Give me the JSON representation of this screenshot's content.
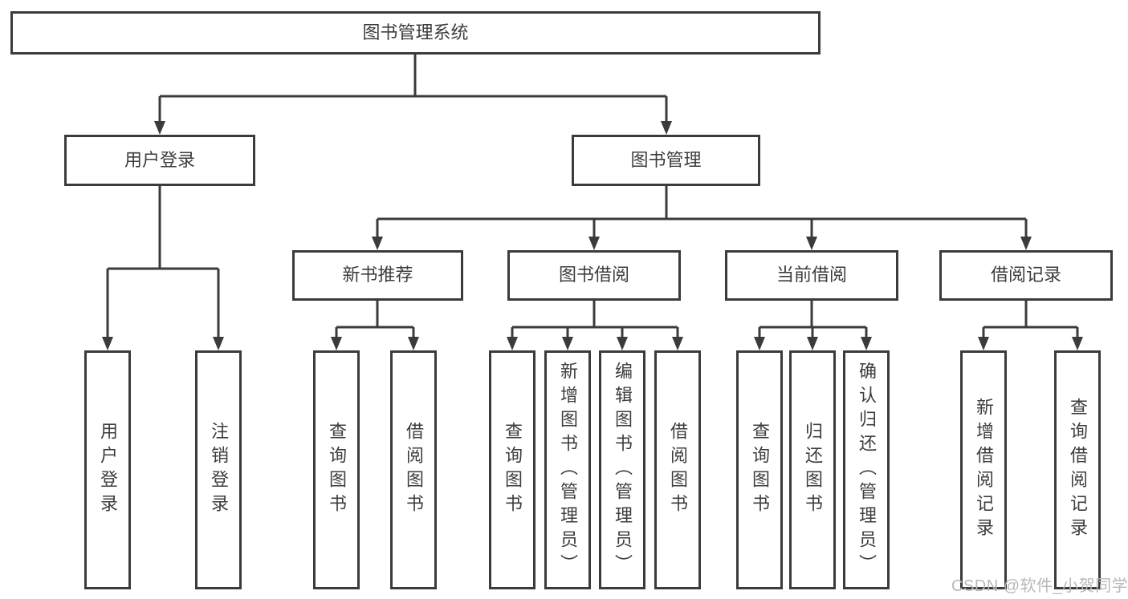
{
  "diagram": {
    "title": "图书管理系统",
    "level2": {
      "user_login": "用户登录",
      "book_management": "图书管理"
    },
    "level3": {
      "new_book_recommend": "新书推荐",
      "book_borrowing": "图书借阅",
      "current_borrowing": "当前借阅",
      "borrowing_records": "借阅记录"
    },
    "leaves": {
      "user_login_group": [
        "用户登录",
        "注销登录"
      ],
      "new_book_recommend_group": [
        "查询图书",
        "借阅图书"
      ],
      "book_borrowing_group": [
        "查询图书",
        "新增图书（管理员）",
        "编辑图书（管理员）",
        "借阅图书"
      ],
      "current_borrowing_group": [
        "查询图书",
        "归还图书",
        "确认归还（管理员）"
      ],
      "borrowing_records_group": [
        "新增借阅记录",
        "查询借阅记录"
      ]
    }
  },
  "watermark": "CSDN @软件_小贺同学",
  "colors": {
    "line": "#3b3b3b",
    "text": "#3d3d3d",
    "watermark": "#b8b8b8"
  }
}
